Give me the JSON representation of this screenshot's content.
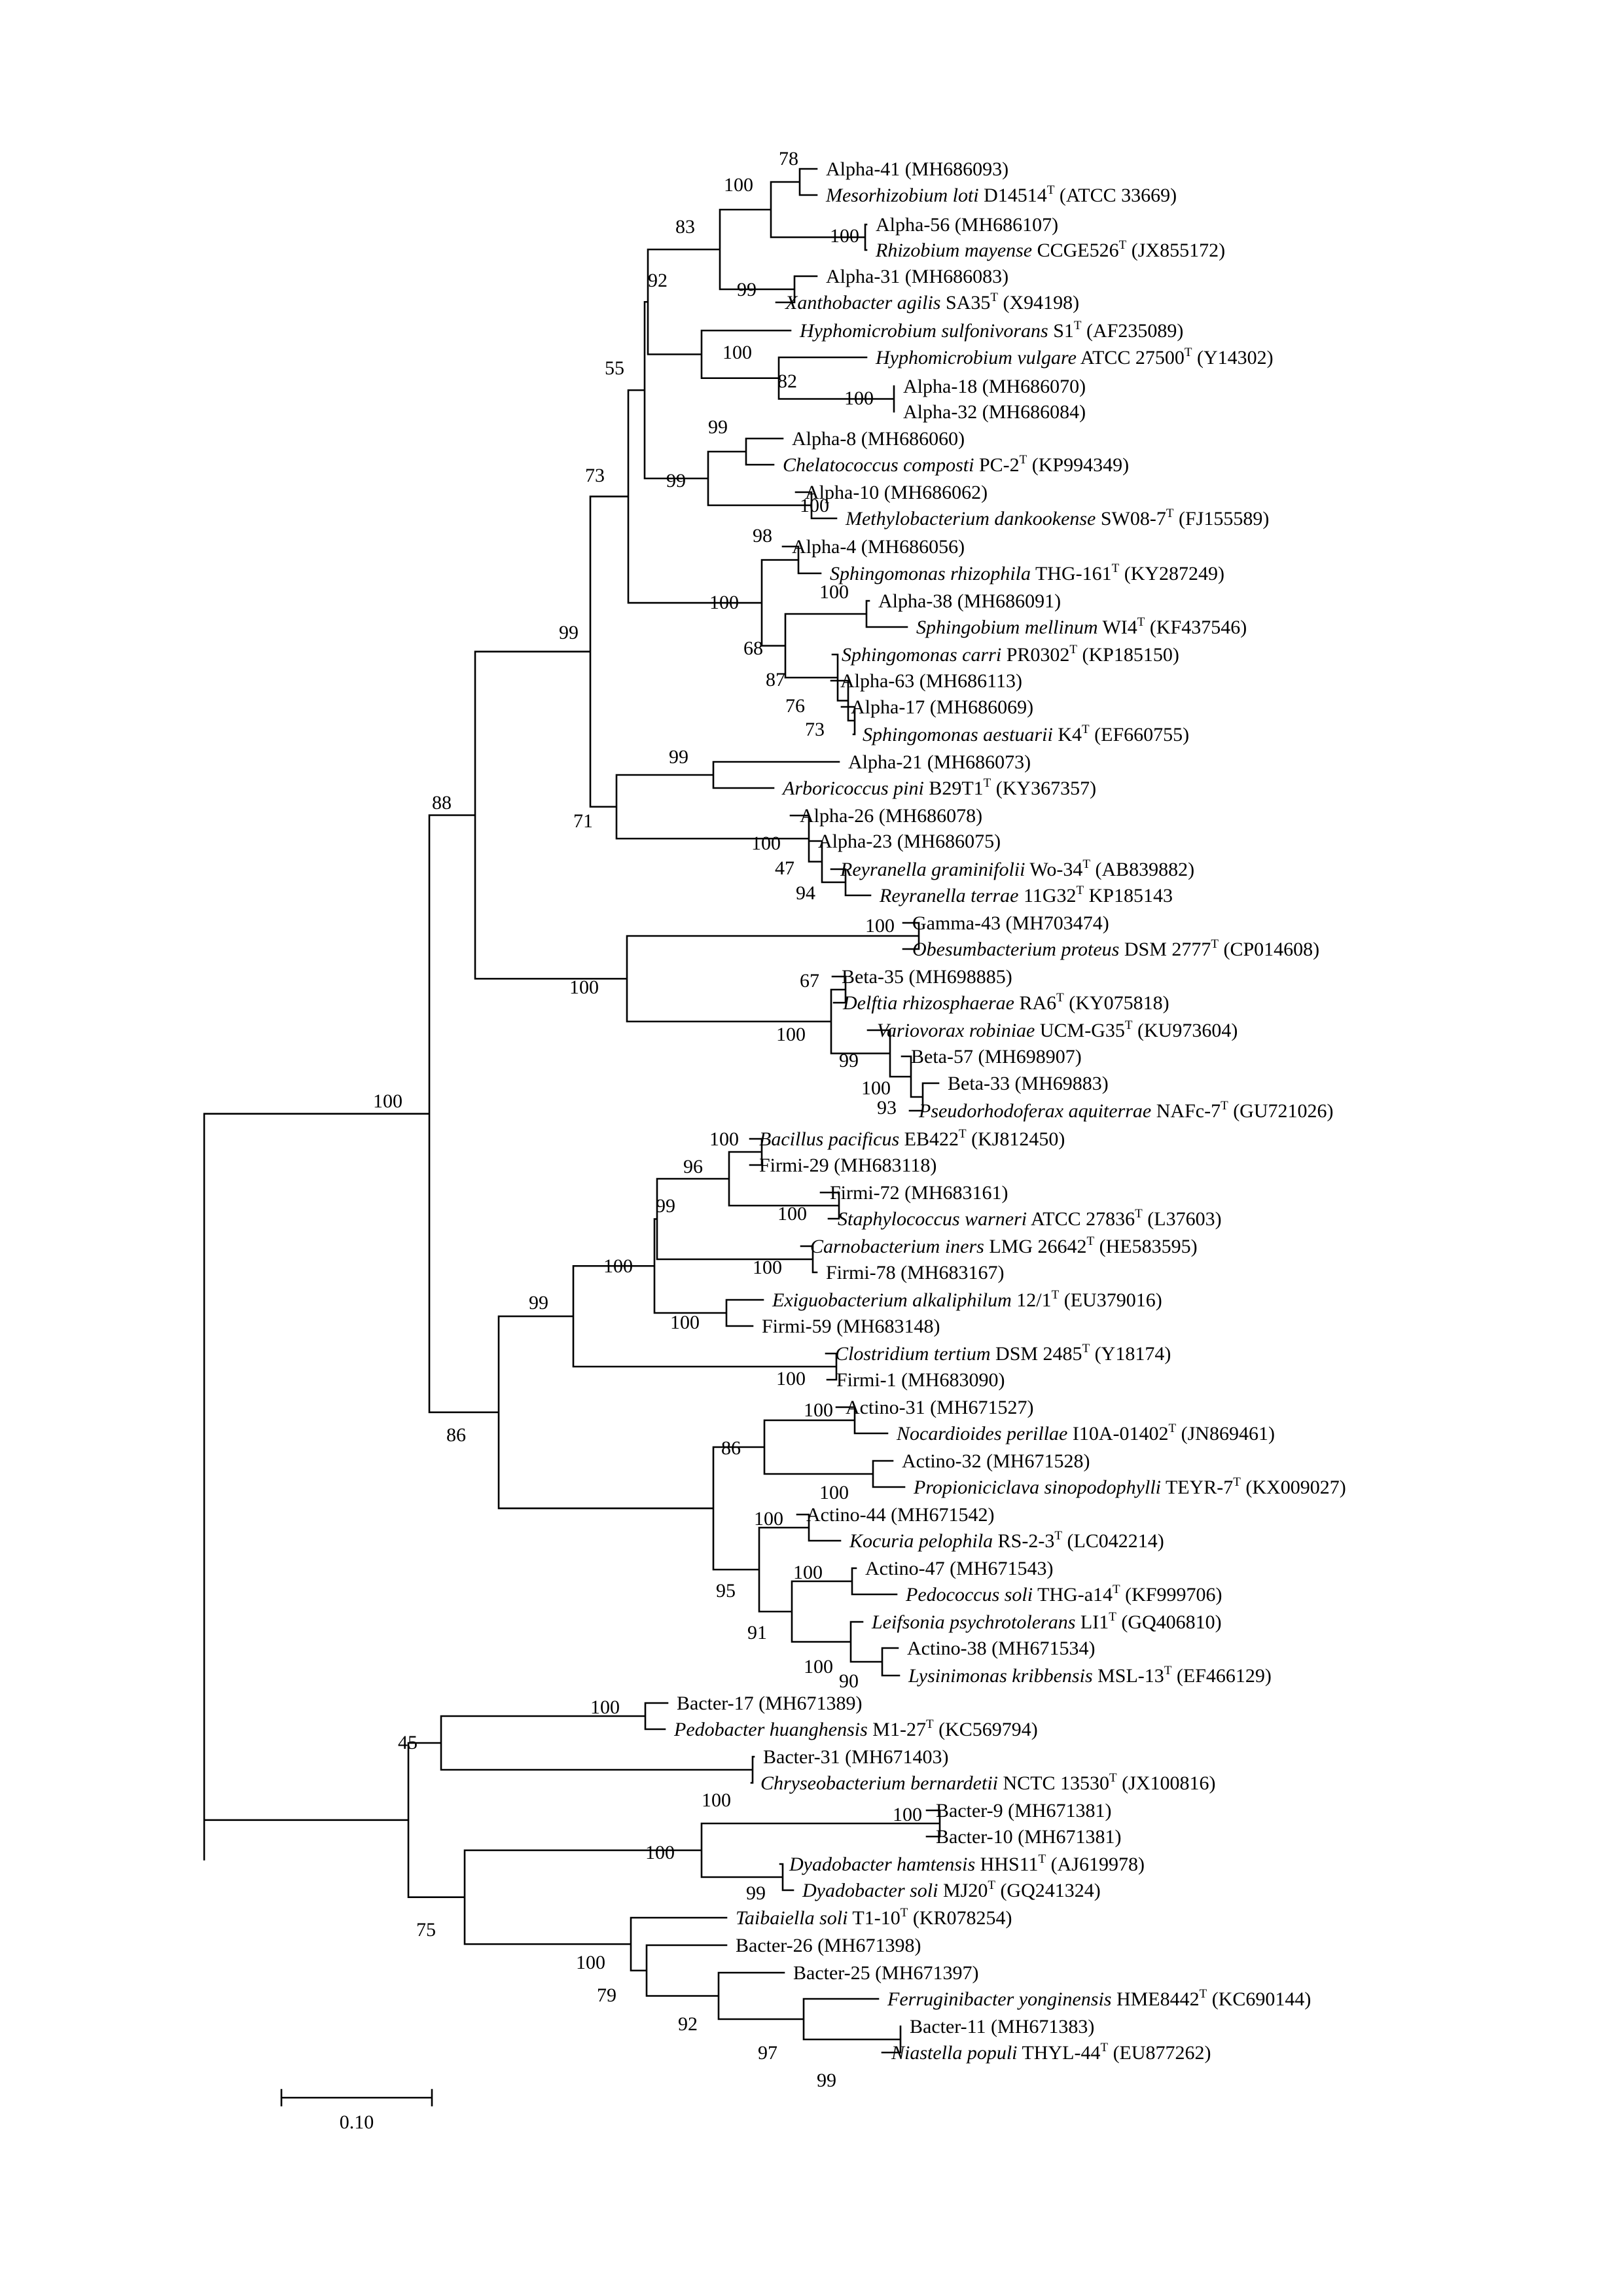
{
  "scale_bar": {
    "label": "0.10",
    "length": 0.1
  },
  "taxa": {
    "alpha41": {
      "italic": "",
      "normal": "Alpha-41 (MH686093)",
      "tsup": "",
      "rest": ""
    },
    "mesorhizobium": {
      "italic": "Mesorhizobium loti",
      "normal": " D14514",
      "tsup": "T",
      "rest": " (ATCC 33669)"
    },
    "alpha56": {
      "italic": "",
      "normal": "Alpha-56 (MH686107)",
      "tsup": "",
      "rest": ""
    },
    "rhizobium": {
      "italic": "Rhizobium mayense",
      "normal": " CCGE526",
      "tsup": "T",
      "rest": " (JX855172)"
    },
    "alpha31": {
      "italic": "",
      "normal": "Alpha-31 (MH686083)",
      "tsup": "",
      "rest": ""
    },
    "xanthobacter": {
      "italic": "Xanthobacter agilis",
      "normal": " SA35",
      "tsup": "T",
      "rest": " (X94198)"
    },
    "hypho_sulf": {
      "italic": "Hyphomicrobium sulfonivorans",
      "normal": " S1",
      "tsup": "T",
      "rest": " (AF235089)"
    },
    "hypho_vulg": {
      "italic": "Hyphomicrobium vulgare",
      "normal": " ATCC 27500",
      "tsup": "T",
      "rest": " (Y14302)"
    },
    "alpha18": {
      "italic": "",
      "normal": "Alpha-18 (MH686070)",
      "tsup": "",
      "rest": ""
    },
    "alpha32": {
      "italic": "",
      "normal": "Alpha-32 (MH686084)",
      "tsup": "",
      "rest": ""
    },
    "alpha8": {
      "italic": "",
      "normal": "Alpha-8 (MH686060)",
      "tsup": "",
      "rest": ""
    },
    "chelatococcus": {
      "italic": "Chelatococcus composti",
      "normal": " PC-2",
      "tsup": "T",
      "rest": " (KP994349)"
    },
    "alpha10": {
      "italic": "",
      "normal": "Alpha-10 (MH686062)",
      "tsup": "",
      "rest": ""
    },
    "methylobacterium": {
      "italic": "Methylobacterium dankookense",
      "normal": " SW08-7",
      "tsup": "T",
      "rest": " (FJ155589)"
    },
    "alpha4": {
      "italic": "",
      "normal": "Alpha-4 (MH686056)",
      "tsup": "",
      "rest": ""
    },
    "sphingo_rhiz": {
      "italic": "Sphingomonas rhizophila",
      "normal": " THG-161",
      "tsup": "T",
      "rest": " (KY287249)"
    },
    "alpha38": {
      "italic": "",
      "normal": "Alpha-38 (MH686091)",
      "tsup": "",
      "rest": ""
    },
    "sphingobium": {
      "italic": "Sphingobium mellinum",
      "normal": " WI4",
      "tsup": "T",
      "rest": " (KF437546)"
    },
    "sphingo_carri": {
      "italic": "Sphingomonas carri",
      "normal": " PR0302",
      "tsup": "T",
      "rest": " (KP185150)"
    },
    "alpha63": {
      "italic": "",
      "normal": "Alpha-63 (MH686113)",
      "tsup": "",
      "rest": ""
    },
    "alpha17": {
      "italic": "",
      "normal": "Alpha-17 (MH686069)",
      "tsup": "",
      "rest": ""
    },
    "sphingo_aest": {
      "italic": "Sphingomonas aestuarii",
      "normal": " K4",
      "tsup": "T",
      "rest": " (EF660755)"
    },
    "alpha21": {
      "italic": "",
      "normal": "Alpha-21 (MH686073)",
      "tsup": "",
      "rest": ""
    },
    "arboricoccus": {
      "italic": "Arboricoccus pini",
      "normal": " B29T1",
      "tsup": "T",
      "rest": " (KY367357)"
    },
    "alpha26": {
      "italic": "",
      "normal": "Alpha-26 (MH686078)",
      "tsup": "",
      "rest": ""
    },
    "alpha23": {
      "italic": "",
      "normal": "Alpha-23 (MH686075)",
      "tsup": "",
      "rest": ""
    },
    "reyr_gram": {
      "italic": "Reyranella graminifolii",
      "normal": " Wo-34",
      "tsup": "T",
      "rest": " (AB839882)"
    },
    "reyr_terrae": {
      "italic": "Reyranella terrae",
      "normal": " 11G32",
      "tsup": "T",
      "rest": " KP185143"
    },
    "gamma43": {
      "italic": "",
      "normal": "Gamma-43 (MH703474)",
      "tsup": "",
      "rest": ""
    },
    "obesumbacterium": {
      "italic": "Obesumbacterium proteus",
      "normal": " DSM 2777",
      "tsup": "T",
      "rest": " (CP014608)"
    },
    "beta35": {
      "italic": "",
      "normal": "Beta-35 (MH698885)",
      "tsup": "",
      "rest": ""
    },
    "delftia": {
      "italic": "Delftia rhizosphaerae",
      "normal": " RA6",
      "tsup": "T",
      "rest": " (KY075818)"
    },
    "variovorax": {
      "italic": "Variovorax robiniae",
      "normal": " UCM-G35",
      "tsup": "T",
      "rest": " (KU973604)"
    },
    "beta57": {
      "italic": "",
      "normal": "Beta-57 (MH698907)",
      "tsup": "",
      "rest": ""
    },
    "beta33": {
      "italic": "",
      "normal": "Beta-33 (MH69883)",
      "tsup": "",
      "rest": ""
    },
    "pseudorhodoferax": {
      "italic": "Pseudorhodoferax aquiterrae",
      "normal": " NAFc-7",
      "tsup": "T",
      "rest": " (GU721026)"
    },
    "bacillus": {
      "italic": "Bacillus pacificus",
      "normal": " EB422",
      "tsup": "T",
      "rest": " (KJ812450)"
    },
    "firmi29": {
      "italic": "",
      "normal": "Firmi-29 (MH683118)",
      "tsup": "",
      "rest": ""
    },
    "firmi72": {
      "italic": "",
      "normal": "Firmi-72 (MH683161)",
      "tsup": "",
      "rest": ""
    },
    "staphylococcus": {
      "italic": "Staphylococcus warneri",
      "normal": " ATCC 27836",
      "tsup": "T",
      "rest": " (L37603)"
    },
    "carnobacterium": {
      "italic": "Carnobacterium iners",
      "normal": " LMG 26642",
      "tsup": "T",
      "rest": " (HE583595)"
    },
    "firmi78": {
      "italic": "",
      "normal": "Firmi-78 (MH683167)",
      "tsup": "",
      "rest": ""
    },
    "exiguobacterium": {
      "italic": "Exiguobacterium alkaliphilum",
      "normal": " 12/1",
      "tsup": "T",
      "rest": " (EU379016)"
    },
    "firmi59": {
      "italic": "",
      "normal": "Firmi-59 (MH683148)",
      "tsup": "",
      "rest": ""
    },
    "clostridium": {
      "italic": "Clostridium tertium",
      "normal": " DSM 2485",
      "tsup": "T",
      "rest": " (Y18174)"
    },
    "firmi1": {
      "italic": "",
      "normal": "Firmi-1 (MH683090)",
      "tsup": "",
      "rest": ""
    },
    "actino31": {
      "italic": "",
      "normal": "Actino-31 (MH671527)",
      "tsup": "",
      "rest": ""
    },
    "nocardioides": {
      "italic": "Nocardioides perillae",
      "normal": " I10A-01402",
      "tsup": "T",
      "rest": " (JN869461)"
    },
    "actino32": {
      "italic": "",
      "normal": "Actino-32 (MH671528)",
      "tsup": "",
      "rest": ""
    },
    "propioniciclava": {
      "italic": "Propioniciclava sinopodophylli",
      "normal": " TEYR-7",
      "tsup": "T",
      "rest": " (KX009027)"
    },
    "actino44": {
      "italic": "",
      "normal": "Actino-44 (MH671542)",
      "tsup": "",
      "rest": ""
    },
    "kocuria": {
      "italic": "Kocuria pelophila",
      "normal": " RS-2-3",
      "tsup": "T",
      "rest": " (LC042214)"
    },
    "actino47": {
      "italic": "",
      "normal": "Actino-47 (MH671543)",
      "tsup": "",
      "rest": ""
    },
    "pedococcus": {
      "italic": "Pedococcus soli",
      "normal": " THG-a14",
      "tsup": "T",
      "rest": " (KF999706)"
    },
    "leifsonia": {
      "italic": "Leifsonia psychrotolerans",
      "normal": " LI1",
      "tsup": "T",
      "rest": " (GQ406810)"
    },
    "actino38": {
      "italic": "",
      "normal": "Actino-38 (MH671534)",
      "tsup": "",
      "rest": ""
    },
    "lysinimonas": {
      "italic": "Lysinimonas kribbensis",
      "normal": " MSL-13",
      "tsup": "T",
      "rest": " (EF466129)"
    },
    "bacter17": {
      "italic": "",
      "normal": "Bacter-17 (MH671389)",
      "tsup": "",
      "rest": ""
    },
    "pedobacter": {
      "italic": "Pedobacter huanghensis",
      "normal": " M1-27",
      "tsup": "T",
      "rest": " (KC569794)"
    },
    "bacter31": {
      "italic": "",
      "normal": "Bacter-31 (MH671403)",
      "tsup": "",
      "rest": ""
    },
    "chryseobacterium": {
      "italic": "Chryseobacterium bernardetii",
      "normal": " NCTC 13530",
      "tsup": "T",
      "rest": " (JX100816)"
    },
    "bacter9": {
      "italic": "",
      "normal": "Bacter-9 (MH671381)",
      "tsup": "",
      "rest": ""
    },
    "bacter10": {
      "italic": "",
      "normal": "Bacter-10 (MH671381)",
      "tsup": "",
      "rest": ""
    },
    "dyado_ham": {
      "italic": "Dyadobacter hamtensis",
      "normal": " HHS11",
      "tsup": "T",
      "rest": " (AJ619978)"
    },
    "dyado_soli": {
      "italic": "Dyadobacter soli",
      "normal": " MJ20",
      "tsup": "T",
      "rest": " (GQ241324)"
    },
    "taibaiella": {
      "italic": "Taibaiella soli",
      "normal": " T1-10",
      "tsup": "T",
      "rest": " (KR078254)"
    },
    "bacter26": {
      "italic": "",
      "normal": "Bacter-26 (MH671398)",
      "tsup": "",
      "rest": ""
    },
    "bacter25": {
      "italic": "",
      "normal": "Bacter-25 (MH671397)",
      "tsup": "",
      "rest": ""
    },
    "ferrugini": {
      "italic": "Ferruginibacter yonginensis",
      "normal": " HME8442",
      "tsup": "T",
      "rest": " (KC690144)"
    },
    "bacter11": {
      "italic": "",
      "normal": "Bacter-11 (MH671383)",
      "tsup": "",
      "rest": ""
    },
    "niastella": {
      "italic": "Niastella populi",
      "normal": " THYL-44",
      "tsup": "T",
      "rest": " (EU877262)"
    }
  },
  "bootstrap": {
    "b78": "78",
    "b100a": "100",
    "b100b": "100",
    "b83": "83",
    "b99a": "99",
    "b92": "92",
    "b100c": "100",
    "b82": "82",
    "b100d": "100",
    "b55": "55",
    "b99b": "99",
    "b99c": "99",
    "b100e": "100",
    "b73": "73",
    "b98": "98",
    "b100f": "100",
    "b100g": "100",
    "b68": "68",
    "b87": "87",
    "b76": "76",
    "b73b": "73",
    "b99d": "99",
    "b99e": "99",
    "b71": "71",
    "b100h": "100",
    "b47": "47",
    "b94": "94",
    "b100i": "100",
    "b100j": "100",
    "b67": "67",
    "b100k": "100",
    "b99f": "99",
    "b100l": "100",
    "b93": "93",
    "b88": "88",
    "b100m": "100",
    "b100n": "100",
    "b96": "96",
    "b99g": "99",
    "b100o": "100",
    "b100p": "100",
    "b100q": "100",
    "b100r": "100",
    "b99h": "99",
    "b100s": "100",
    "b86": "86",
    "b100t": "100",
    "b86b": "86",
    "b100u": "100",
    "b100v": "100",
    "b95": "95",
    "b100w": "100",
    "b91": "91",
    "b100x": "100",
    "b90": "90",
    "b45": "45",
    "b100y": "100",
    "b100z": "100",
    "b100aa": "100",
    "b100ab": "100",
    "b99i": "99",
    "b75": "75",
    "b100ac": "100",
    "b79": "79",
    "b92b": "92",
    "b97": "97",
    "b99j": "99"
  }
}
